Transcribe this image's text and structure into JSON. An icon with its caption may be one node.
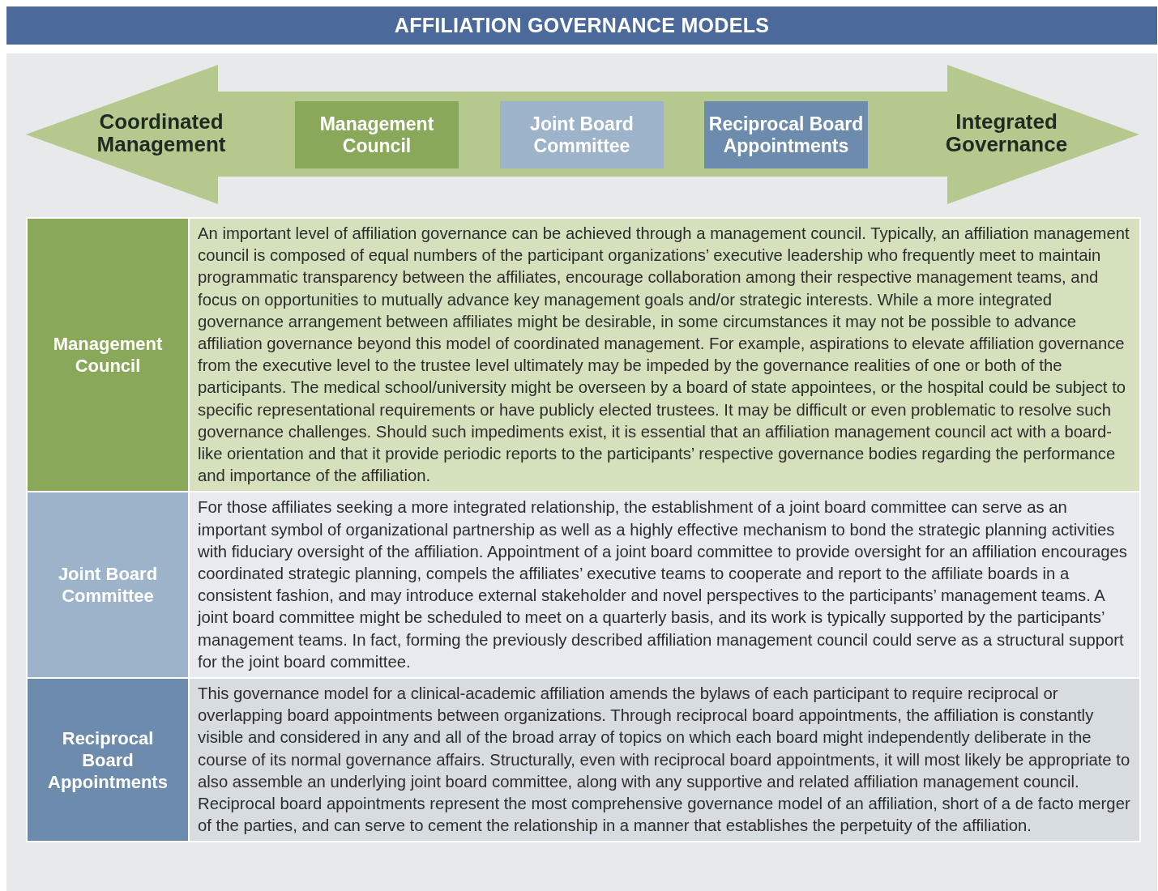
{
  "diagram": {
    "title": "AFFILIATION GOVERNANCE MODELS",
    "nodes": [
      {
        "text": [
          "Coordinated Management",
          "Integrated Governance"
        ]
      },
      {
        "text": [
          "Management Council"
        ],
        "in": 0
      },
      {
        "text": [
          "Joint Board Committee"
        ],
        "in": 0
      },
      {
        "text": [
          "Reciprocal Board Appointments"
        ],
        "in": 0
      },
      {
        "text": [
          "Management Council"
        ]
      },
      {
        "text": [
          "An important level of affiliation governance can be achieved through a management council. Typically, an affiliation management council is composed of equal numbers of the participant organizations’ executive leadership who frequently meet to maintain programmatic transparency between the affiliates, encourage collaboration among their respective management teams, and focus on opportunities to mutually advance key management goals and/or strategic interests. While a more integrated governance arrangement between affiliates might be desirable, in some circumstances it may not be possible to advance affiliation governance beyond this model of coordinated management. For example, aspirations to elevate affiliation governance from the executive level to the trustee level ultimately may be impeded by the governance realities of one or both of the participants. The medical school/university might be overseen by a board of state appointees, or the hospital could be subject to specific representational requirements or have publicly elected trustees. It may be difficult or even problematic to resolve such governance challenges. Should such impediments exist, it is essential that an affiliation management council act with a board-like orientation and that it provide periodic reports to the participants’ respective governance bodies regarding the performance and importance of the affiliation."
        ]
      },
      {
        "text": [
          "Joint Board Committee"
        ]
      },
      {
        "text": [
          "For those affiliates seeking a more integrated relationship, the establishment of a joint board committee can serve as an important symbol of organizational partnership as well as a highly effective mechanism to bond the strategic planning activities with fiduciary oversight of the affiliation. Appointment of a joint board committee to provide oversight for an affiliation encourages coordinated strategic planning, compels the affiliates’ executive teams to cooperate and report to the affiliate boards in a consistent fashion, and may introduce external stakeholder and novel perspectives to the participants’ management teams. A joint board committee might be scheduled to meet on a quarterly basis, and its work is typically supported by the participants’ management teams. In fact, forming the previously described affiliation management council could serve as a structural support for the joint board committee."
        ]
      },
      {
        "text": [
          "Reciprocal Board Appointments"
        ]
      },
      {
        "text": [
          "This governance model for a clinical-academic affiliation amends the bylaws of each participant to require reciprocal or overlapping board appointments between organizations. Through reciprocal board appointments, the affiliation is constantly visible and considered in any and all of the broad array of topics on which each board might independently deliberate in the course of its normal governance affairs. Structurally, even with reciprocal board appointments, it will most likely be appropriate to also assemble an underlying joint board committee, along with any supportive and related affiliation management council. Reciprocal board appointments represent the most comprehensive governance model of an affiliation, short of a de facto merger of the parties, and can serve to cement the relationship in a manner that establishes the perpetuity of the affiliation."
        ]
      }
    ],
    "edges": []
  }
}
